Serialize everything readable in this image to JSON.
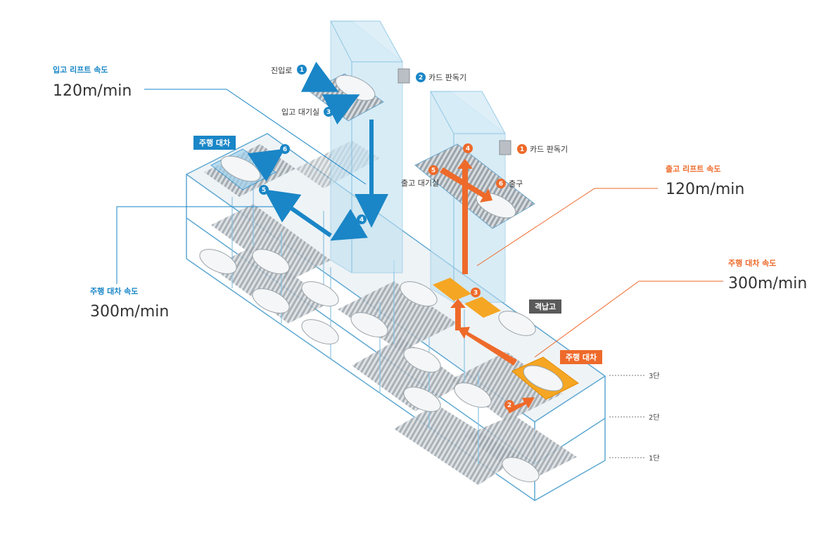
{
  "inbound": {
    "lift_speed_label": "입고 리프트 속도",
    "lift_speed_value": "120m/min",
    "shuttle_speed_label": "주행 대차 속도",
    "shuttle_speed_value": "300m/min",
    "shuttle_tag": "주행 대차",
    "steps": {
      "entrance": {
        "num": "1",
        "label": "진입로"
      },
      "card_reader": {
        "num": "2",
        "label": "카드 판독기"
      },
      "waiting_room": {
        "num": "3",
        "label": "입고 대기실"
      },
      "step4": {
        "num": "4"
      },
      "step5": {
        "num": "5"
      },
      "step6": {
        "num": "6"
      }
    },
    "color": "#1a86c7"
  },
  "outbound": {
    "lift_speed_label": "출고 리프트 속도",
    "lift_speed_value": "120m/min",
    "shuttle_speed_label": "주행 대차 속도",
    "shuttle_speed_value": "300m/min",
    "shuttle_tag": "주행 대차",
    "steps": {
      "card_reader": {
        "num": "1",
        "label": "카드 판독기"
      },
      "step2": {
        "num": "2"
      },
      "step3": {
        "num": "3"
      },
      "step4": {
        "num": "4"
      },
      "waiting_room": {
        "num": "5",
        "label": "출고 대기실"
      },
      "exit": {
        "num": "6",
        "label": "출구"
      }
    },
    "color": "#ee6a2a"
  },
  "storage_tag": "격납고",
  "tiers": [
    "3단",
    "2단",
    "1단"
  ]
}
